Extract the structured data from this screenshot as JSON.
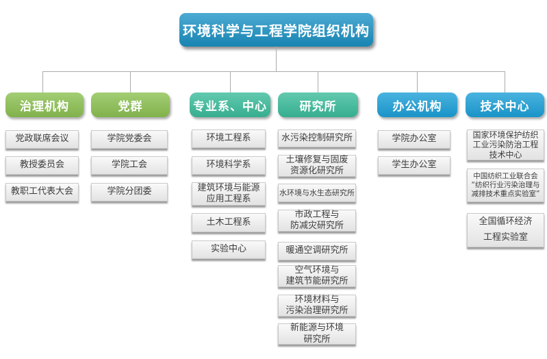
{
  "title": "环境科学与工程学院组织机构",
  "colors": {
    "title_blue": "#1B93C6",
    "green": "#8CC152",
    "teal": "#3BBC9B",
    "blue": "#1CA0D8",
    "item_bg": "#EFEFEF",
    "line": "#ABABAB"
  },
  "columns": [
    {
      "title": "治理机构",
      "color": "green",
      "items": [
        "党政联席会议",
        "教授委员会",
        "教职工代表大会"
      ]
    },
    {
      "title": "党群",
      "color": "green",
      "items": [
        "学院党委会",
        "学院工会",
        "学院分团委"
      ]
    },
    {
      "title": "专业系、中心",
      "color": "teal",
      "items": [
        "环境工程系",
        "环境科学系",
        "建筑环境与能源\n应用工程系",
        "土木工程系",
        "实验中心"
      ]
    },
    {
      "title": "研究所",
      "color": "teal",
      "items": [
        "水污染控制研究所",
        "土壤修复与固废\n资源化研究所",
        "水环境与水生态研究所",
        "市政工程与\n防减灾研究所",
        "暖通空调研究所",
        "空气环境与\n建筑节能研究所",
        "环境材料与\n污染治理研究所",
        "新能源与环境\n研究所"
      ]
    },
    {
      "title": "办公机构",
      "color": "blue",
      "items": [
        "学院办公室",
        "学生办公室"
      ]
    },
    {
      "title": "技术中心",
      "color": "blue",
      "items": [
        "国家环境保护纺织\n工业污染防治工程\n技术中心",
        "中国纺织工业联合会\n“纺织行业污染治理与\n减排技术重点实验室”",
        "全国循环经济\n工程实验室"
      ]
    }
  ]
}
